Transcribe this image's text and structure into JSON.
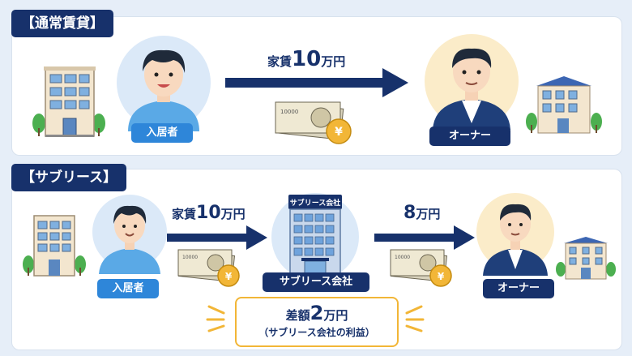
{
  "normal": {
    "title": "【通常賃貸】",
    "tenant_label": "入居者",
    "owner_label": "オーナー",
    "rent_prefix": "家賃",
    "rent_amount": "10",
    "rent_unit": "万円"
  },
  "sublease": {
    "title": "【サブリース】",
    "tenant_label": "入居者",
    "company_label": "サブリース会社",
    "company_sign": "サブリース会社",
    "owner_label": "オーナー",
    "rent_prefix": "家賃",
    "rent_amount": "10",
    "rent_unit": "万円",
    "payout_amount": "8",
    "payout_unit": "万円",
    "diff_prefix": "差額",
    "diff_amount": "2",
    "diff_unit": "万円",
    "diff_note": "（サブリース会社の利益）"
  },
  "money": {
    "bill_number": "10000",
    "coin_symbol": "¥"
  },
  "colors": {
    "navy": "#17316b",
    "blue": "#2e86d9",
    "gold": "#f2b637",
    "background": "#e6eef8"
  }
}
